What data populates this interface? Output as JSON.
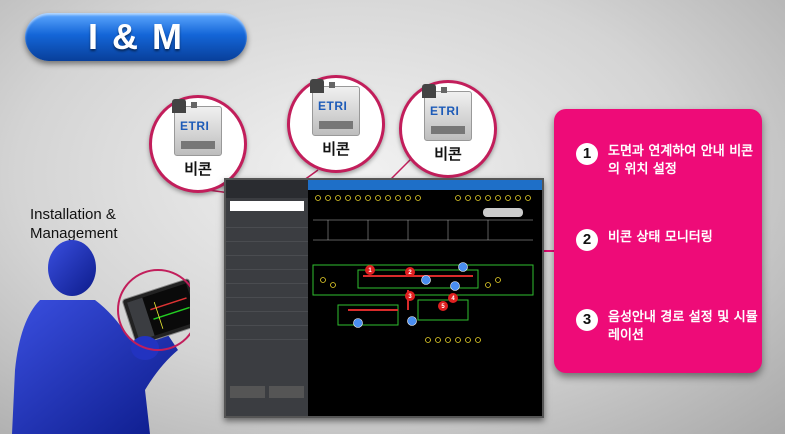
{
  "title": "I & M",
  "beacons": [
    {
      "label": "비콘",
      "device_logo": "ETRI"
    },
    {
      "label": "비콘",
      "device_logo": "ETRI"
    },
    {
      "label": "비콘",
      "device_logo": "ETRI"
    }
  ],
  "caption": {
    "line1": "Installation &",
    "line2": "Management"
  },
  "features": [
    {
      "num": "1",
      "text": "도면과 연계하여 안내 비콘의 위치 설정"
    },
    {
      "num": "2",
      "text": "비콘 상태 모니터링"
    },
    {
      "num": "3",
      "text": "음성안내 경로 설정 및 시뮬레이션"
    }
  ],
  "map_markers": [
    "1",
    "2",
    "3",
    "4",
    "5"
  ],
  "colors": {
    "accent_pink": "#ee0b78",
    "title_blue": "#1466d8",
    "beacon_ring": "#c21e5b"
  }
}
